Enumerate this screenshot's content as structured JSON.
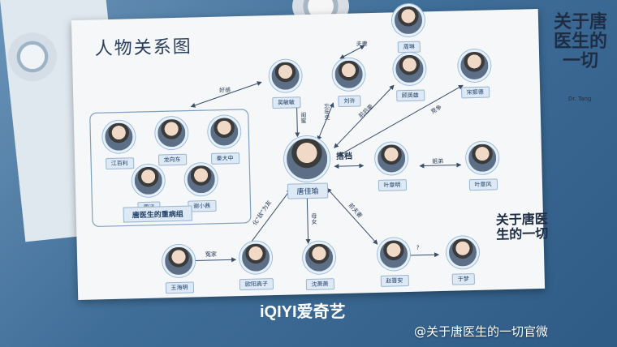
{
  "diagram": {
    "title": "人物关系图",
    "group_label": "唐医生的重病组",
    "logo": "iQIYI爱奇艺",
    "watermark": "@关于唐医生的一切官微",
    "brand_title": "关于唐医生的一切",
    "brand_subtitle": "Dr. Tang",
    "center": "唐佳瑜",
    "people": {
      "zhouhui": "周琳",
      "wuyong": "吴敏敏",
      "liuxu": "刘许",
      "gushi": "顾英雄",
      "songyi": "宋振德",
      "jiang": "江百利",
      "long": "龙向东",
      "qin": "秦大中",
      "zhou": "周迅",
      "xie": "谢小茜",
      "ye": "叶章明",
      "yesis": "叶章风",
      "wang": "王海明",
      "han": "欧阳真子",
      "yun": "沈萧萧",
      "zhao": "赵晋安",
      "yu": "于梦"
    },
    "relations": {
      "haogan": "好感",
      "fuqi": "夫妻",
      "mimei": "闺蜜",
      "wangnian": "忘年交",
      "qianhou": "前后辈",
      "jingzheng": "竞争",
      "dadang": "搭档",
      "jiedi": "姐弟",
      "huaxi": "化“敌”为友",
      "munv": "母女",
      "qianfuqi": "前夫妻",
      "yuanjia": "冤家",
      "q": "?"
    }
  }
}
